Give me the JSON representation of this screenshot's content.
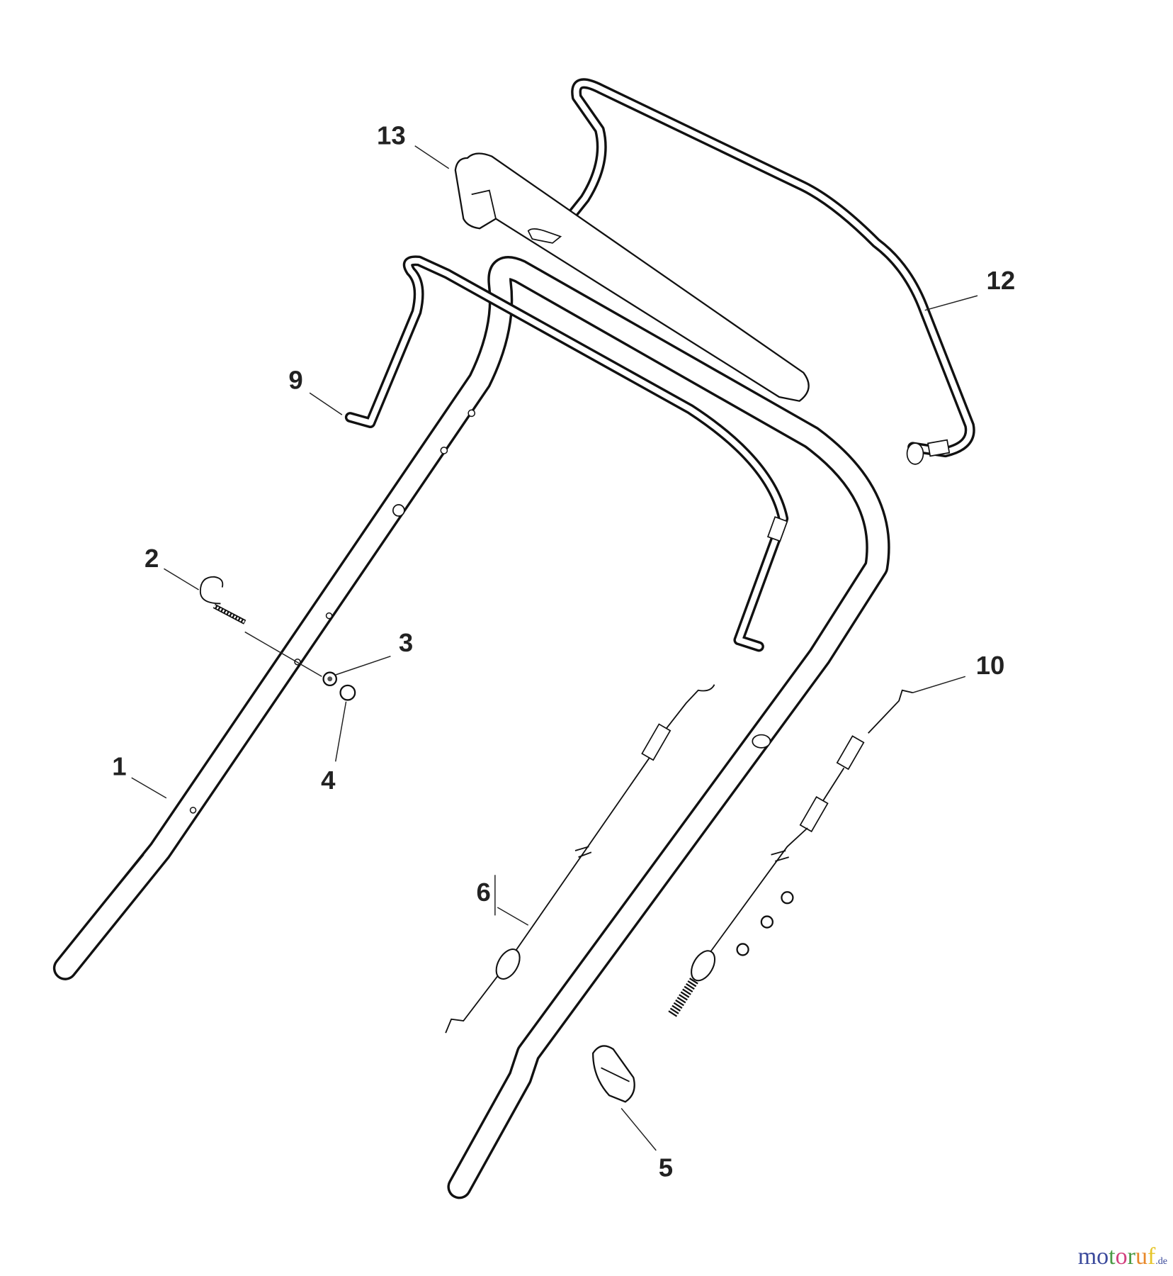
{
  "diagram": {
    "callouts": [
      {
        "id": "label-13",
        "text": "13"
      },
      {
        "id": "label-12",
        "text": "12"
      },
      {
        "id": "label-9",
        "text": "9"
      },
      {
        "id": "label-2",
        "text": "2"
      },
      {
        "id": "label-3",
        "text": "3"
      },
      {
        "id": "label-4",
        "text": "4"
      },
      {
        "id": "label-1",
        "text": "1"
      },
      {
        "id": "label-10",
        "text": "10"
      },
      {
        "id": "label-6",
        "text": "6"
      },
      {
        "id": "label-5",
        "text": "5"
      }
    ]
  },
  "logo": {
    "letters": [
      {
        "ch": "m",
        "color": "#3b4a9c"
      },
      {
        "ch": "o",
        "color": "#3b4a9c"
      },
      {
        "ch": "t",
        "color": "#4a9a44"
      },
      {
        "ch": "o",
        "color": "#d2407e"
      },
      {
        "ch": "r",
        "color": "#4a9a44"
      },
      {
        "ch": "u",
        "color": "#e8882a"
      },
      {
        "ch": "f",
        "color": "#e6c52a"
      }
    ],
    "suffix": ".de"
  }
}
